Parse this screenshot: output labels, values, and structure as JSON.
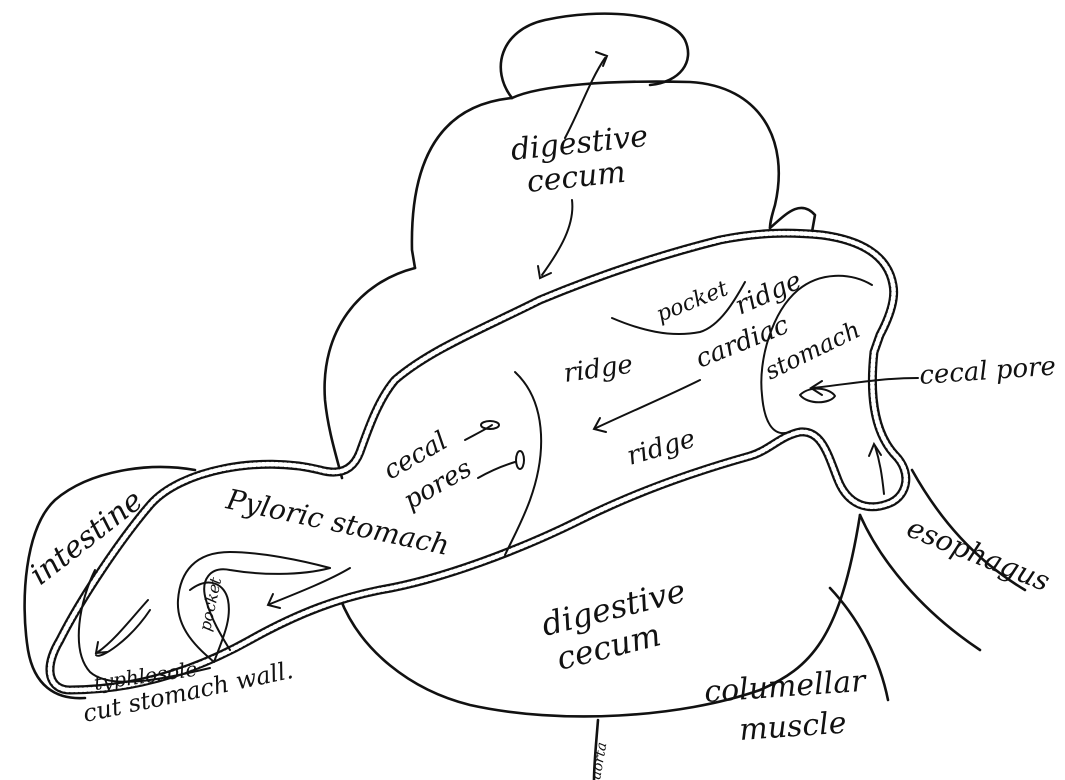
{
  "labels": {
    "digestive_cecum_top": [
      "digestive",
      "cecum"
    ],
    "digestive_cecum_bottom": [
      "digestive",
      "cecum"
    ],
    "pocket_upper": "pocket",
    "pocket_lower": "pocket",
    "ridge_upper_right": "ridge",
    "ridge_upper_left": "ridge",
    "ridge_middle": "ridge",
    "cardiac_stomach": [
      "cardiac",
      "stomach"
    ],
    "cecal_pore": "cecal pore",
    "cecal_pores": [
      "cecal",
      "pores"
    ],
    "pyloric_stomach": "Pyloric stomach",
    "intestine": "intestine",
    "typhlosole": "typhlosole",
    "cut_stomach_wall": "cut stomach wall.",
    "esophagus": "esophagus",
    "columellar_muscle": [
      "columellar",
      "muscle"
    ],
    "aorta": "aorta"
  },
  "colors": {
    "ink": "#111111",
    "paper": "#ffffff"
  }
}
